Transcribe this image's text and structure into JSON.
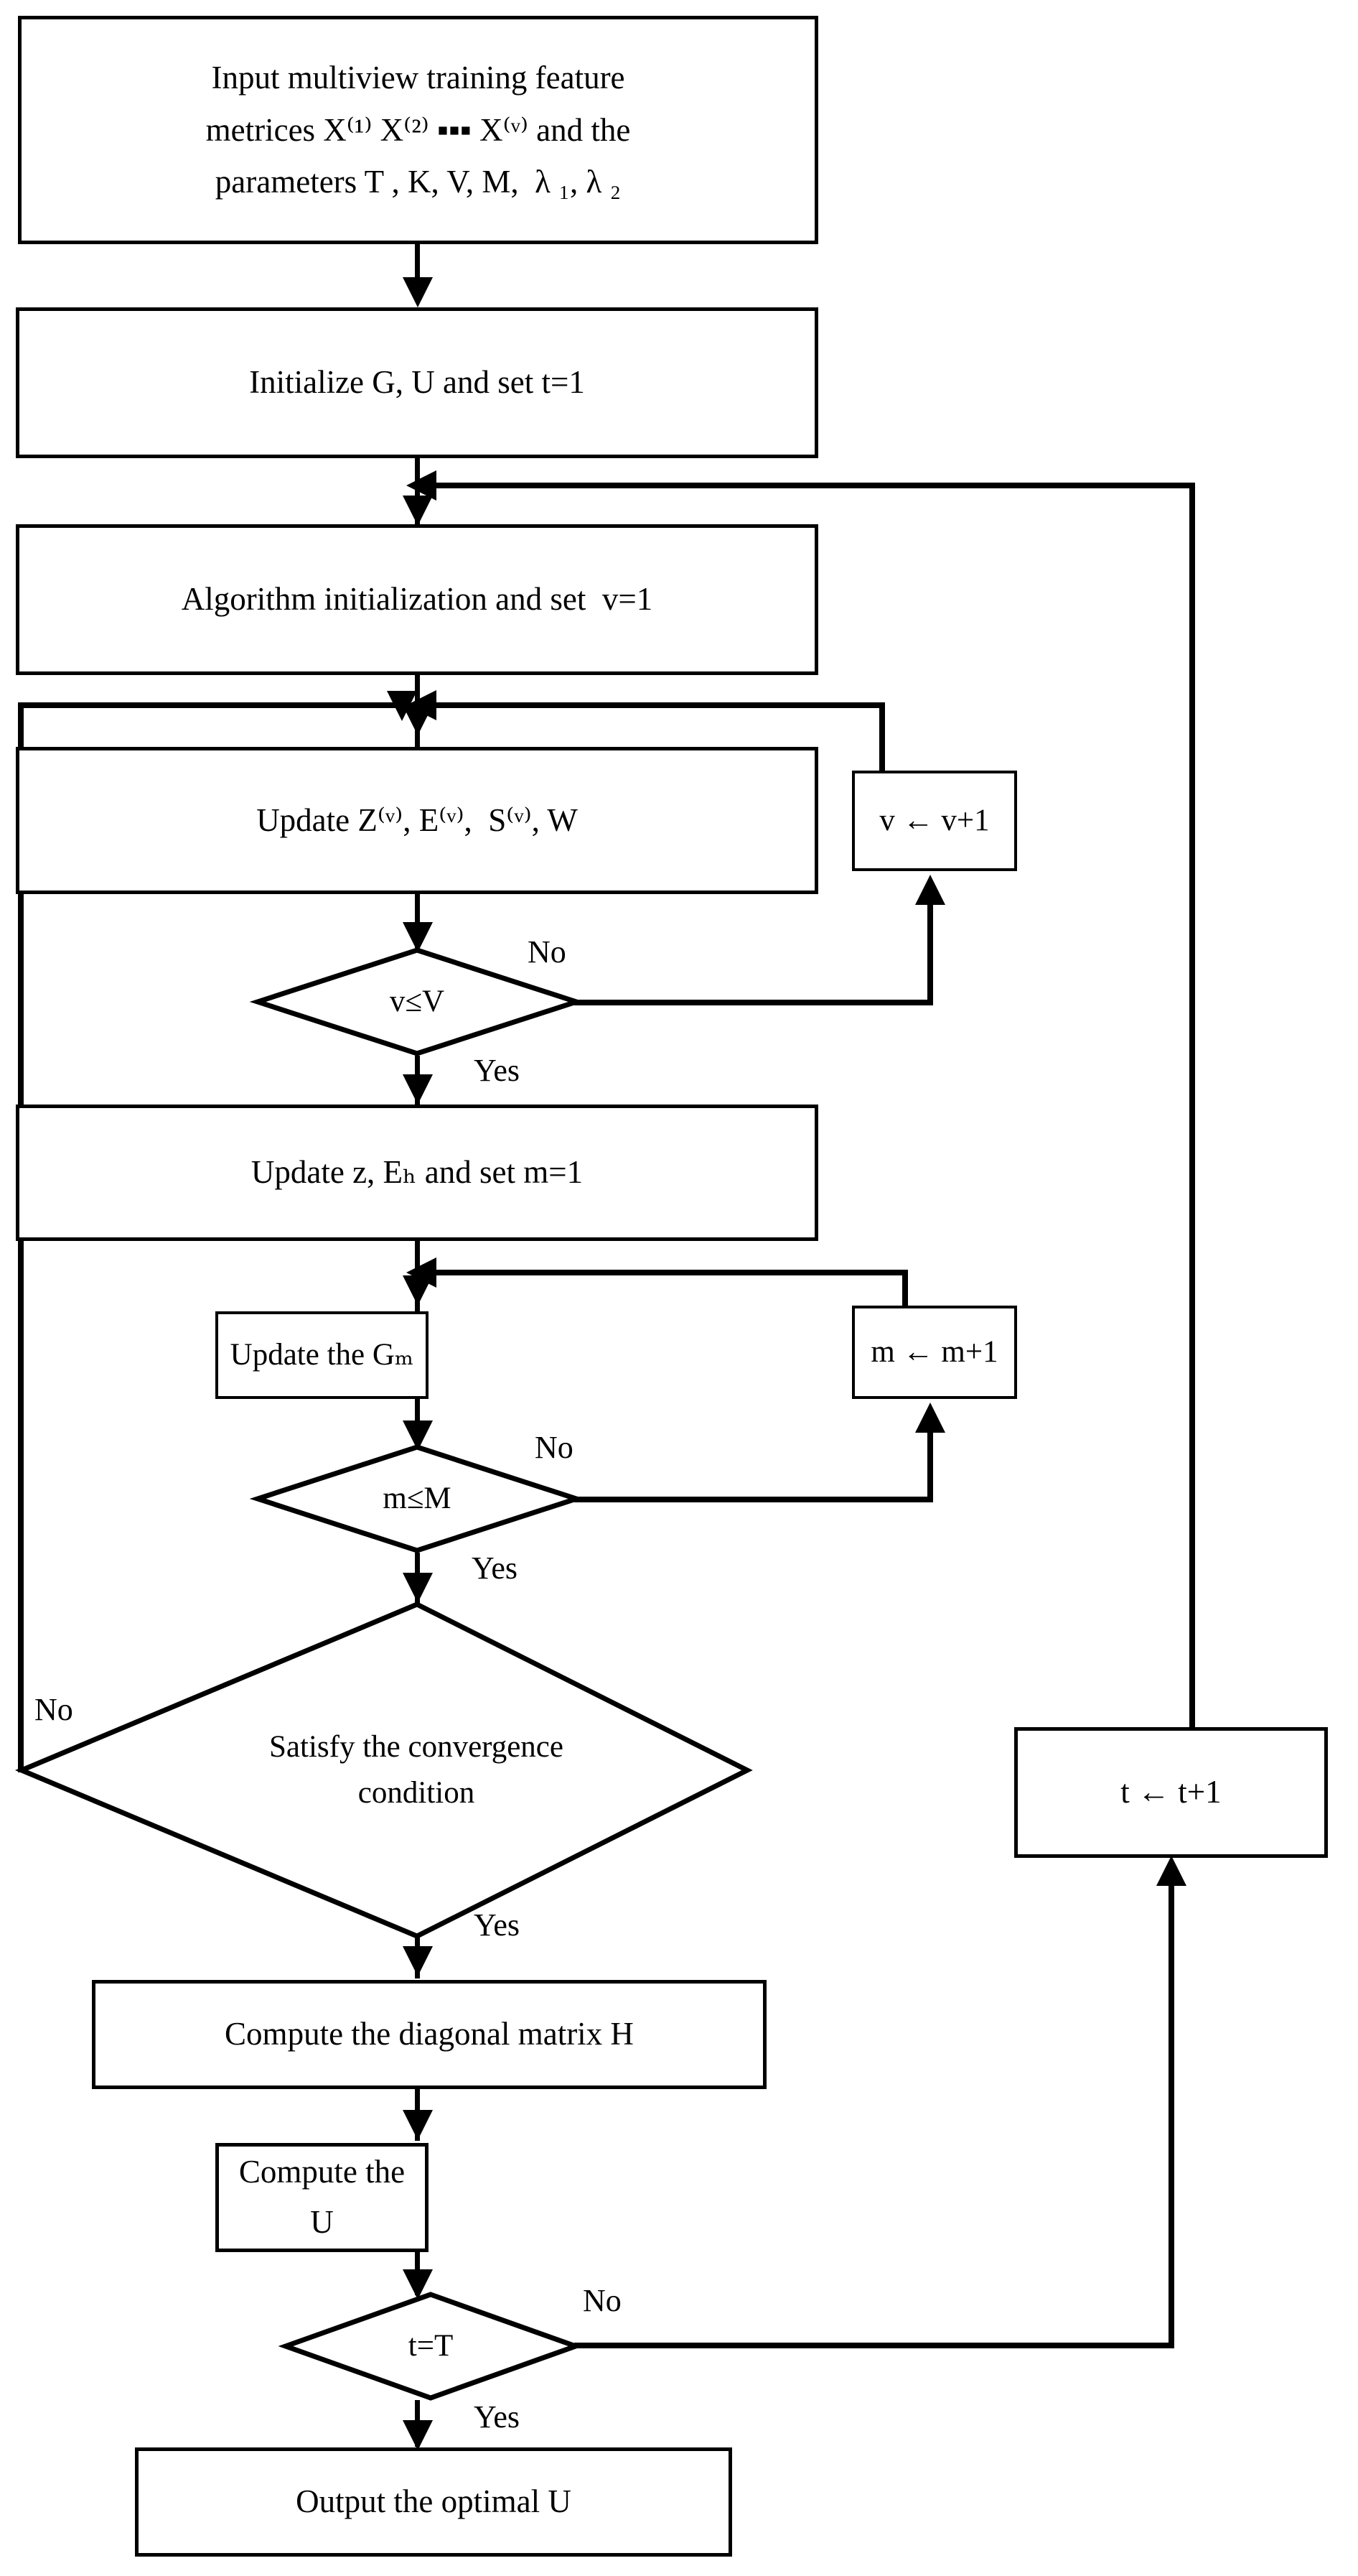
{
  "diagram": {
    "type": "flowchart",
    "title": "Multiview algorithm optimization flowchart",
    "colors": {
      "stroke": "#000000",
      "fill": "#ffffff",
      "text": "#000000"
    },
    "nodes": {
      "input": {
        "shape": "process",
        "line1": "Input multiview training feature",
        "line2": "metrices X⁽¹⁾ X⁽²⁾ ▪▪▪ X⁽ᵛ⁾ and the",
        "line3": "parameters T , K, V, M,  λ ₁, λ ₂",
        "text": "Input multiview training feature\nmetrices X⁽¹⁾ X⁽²⁾ ▪▪▪ X⁽ᵛ⁾ and the\nparameters T , K, V, M,  λ ₁, λ ₂"
      },
      "initialize": {
        "shape": "process",
        "text": "Initialize G, U and set t=1"
      },
      "algorithm_init": {
        "shape": "process",
        "text": "Algorithm initialization and set  v=1"
      },
      "update_zesw": {
        "shape": "process",
        "text": "Update Z⁽ᵛ⁾, E⁽ᵛ⁾,  S⁽ᵛ⁾, W"
      },
      "v_increment": {
        "shape": "process",
        "text": "v ← v+1"
      },
      "decision_v": {
        "shape": "decision",
        "text": "v≤V",
        "yes_label": "Yes",
        "no_label": "No"
      },
      "update_z_eh": {
        "shape": "process",
        "text": "Update z, E​ₕ and set m=1"
      },
      "update_gm": {
        "shape": "process",
        "text": "Update the G​ₘ"
      },
      "m_increment": {
        "shape": "process",
        "text": "m ← m+1"
      },
      "decision_m": {
        "shape": "decision",
        "text": "m≤M",
        "yes_label": "Yes",
        "no_label": "No"
      },
      "decision_convergence": {
        "shape": "decision",
        "line1": "Satisfy the convergence",
        "line2": "condition",
        "text": "Satisfy the convergence\ncondition",
        "yes_label": "Yes",
        "no_label": "No"
      },
      "t_increment": {
        "shape": "process",
        "text": "t ← t+1"
      },
      "compute_h": {
        "shape": "process",
        "text": "Compute the diagonal matrix H"
      },
      "compute_u": {
        "shape": "process",
        "text": "Compute the U"
      },
      "decision_t": {
        "shape": "decision",
        "text": "t=T",
        "yes_label": "Yes",
        "no_label": "No"
      },
      "output": {
        "shape": "process",
        "text": "Output the optimal U"
      }
    },
    "edge_labels": {
      "v_no": "No",
      "v_yes": "Yes",
      "m_no": "No",
      "m_yes": "Yes",
      "conv_no": "No",
      "conv_yes": "Yes",
      "t_no": "No",
      "t_yes": "Yes"
    }
  }
}
